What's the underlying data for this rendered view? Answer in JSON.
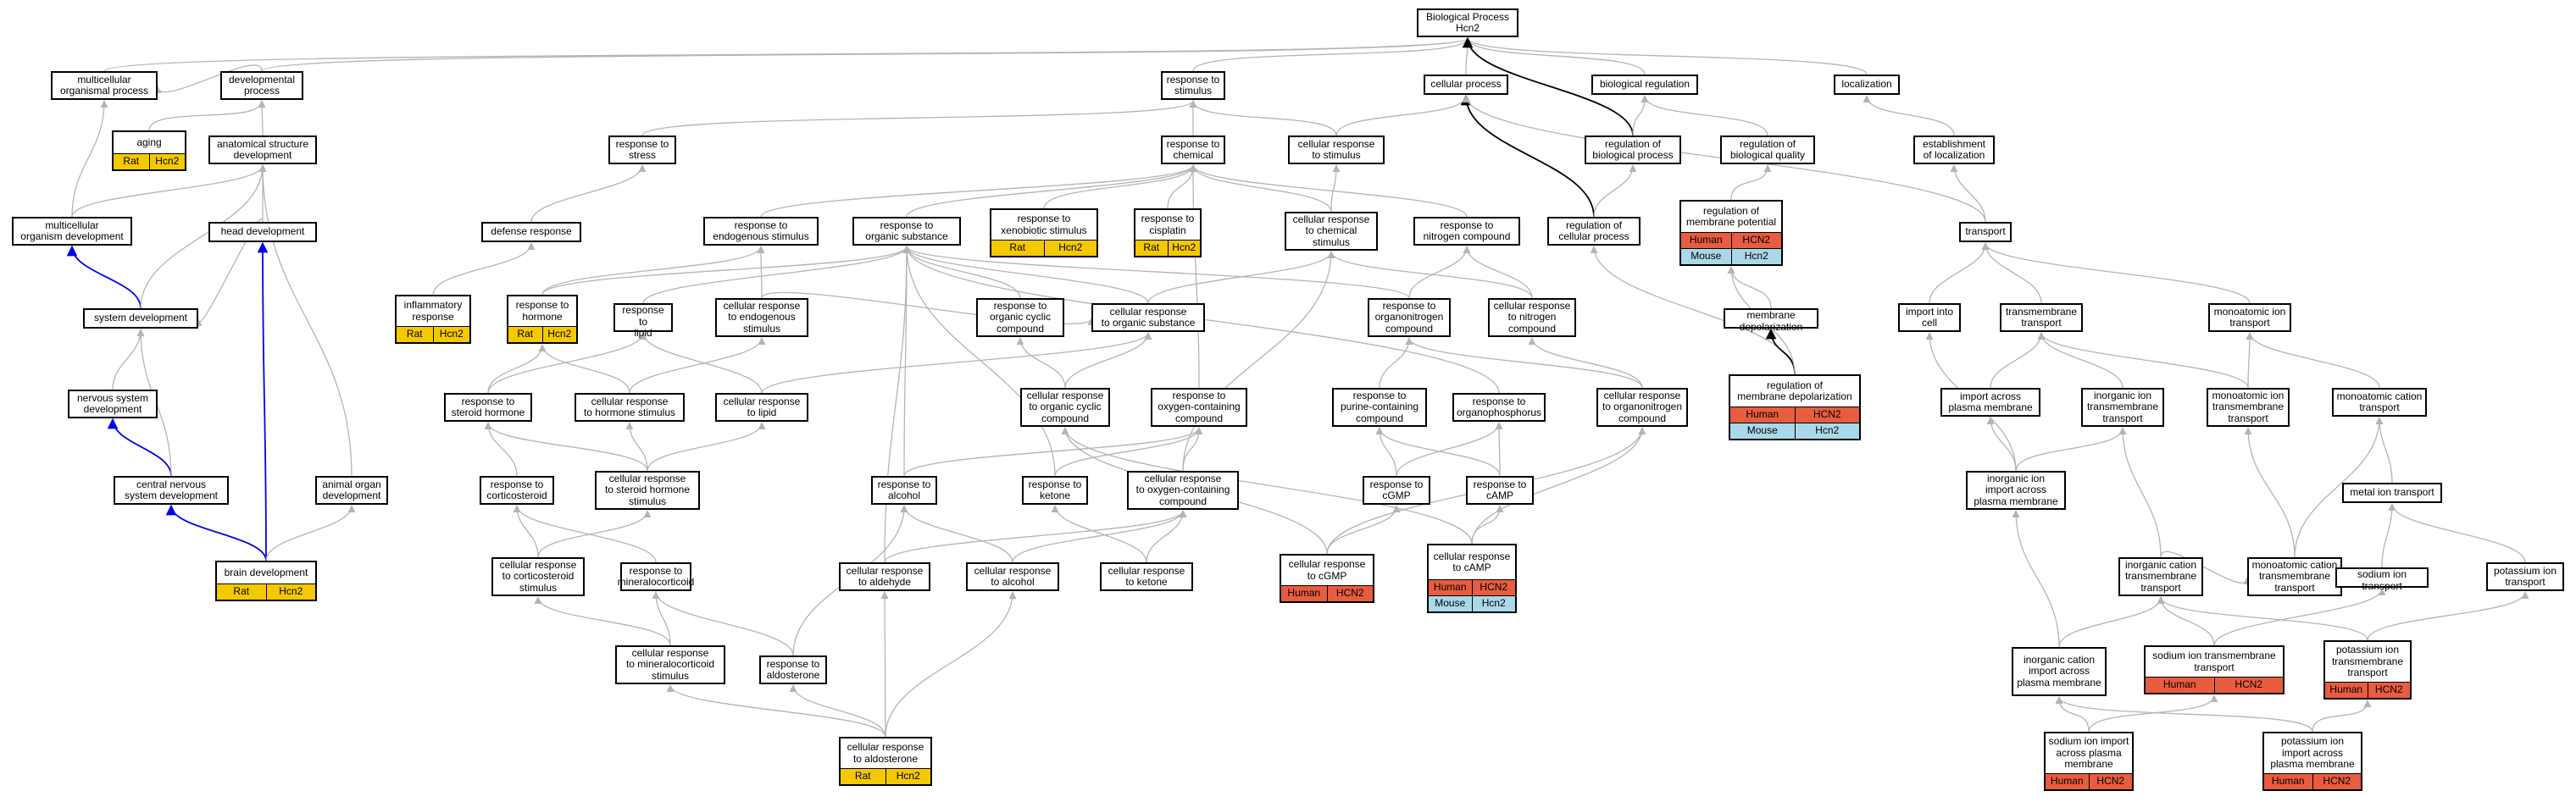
{
  "graph": {
    "nodes": [
      {
        "id": "root",
        "label": "Biological Process\nHcn2"
      },
      {
        "id": "mop",
        "label": "multicellular\norganismal process"
      },
      {
        "id": "devp",
        "label": "developmental\nprocess"
      },
      {
        "id": "rts",
        "label": "response to\nstimulus"
      },
      {
        "id": "cproc",
        "label": "cellular process"
      },
      {
        "id": "breg",
        "label": "biological regulation"
      },
      {
        "id": "loc",
        "label": "localization"
      },
      {
        "id": "aging",
        "label": "aging",
        "rows": [
          {
            "kind": "rat",
            "a": "Rat",
            "b": "Hcn2"
          }
        ]
      },
      {
        "id": "asd",
        "label": "anatomical structure\ndevelopment"
      },
      {
        "id": "rtstress",
        "label": "response to\nstress"
      },
      {
        "id": "rtchem",
        "label": "response to\nchemical"
      },
      {
        "id": "crts",
        "label": "cellular response\nto stimulus"
      },
      {
        "id": "rbp",
        "label": "regulation of\nbiological process"
      },
      {
        "id": "rbq",
        "label": "regulation of\nbiological quality"
      },
      {
        "id": "eloc",
        "label": "establishment\nof localization"
      },
      {
        "id": "mod",
        "label": "multicellular\norganism development"
      },
      {
        "id": "hdev",
        "label": "head development"
      },
      {
        "id": "defr",
        "label": "defense response"
      },
      {
        "id": "rtes",
        "label": "response to\nendogenous stimulus"
      },
      {
        "id": "rtos",
        "label": "response to\norganic substance"
      },
      {
        "id": "rtxs",
        "label": "response to\nxenobiotic stimulus",
        "rows": [
          {
            "kind": "rat",
            "a": "Rat",
            "b": "Hcn2"
          }
        ]
      },
      {
        "id": "rtcis",
        "label": "response to\ncisplatin",
        "rows": [
          {
            "kind": "rat",
            "a": "Rat",
            "b": "Hcn2"
          }
        ]
      },
      {
        "id": "crtcs",
        "label": "cellular response\nto chemical\nstimulus"
      },
      {
        "id": "rtnc",
        "label": "response to\nnitrogen compound"
      },
      {
        "id": "rcp",
        "label": "regulation of\ncellular process"
      },
      {
        "id": "rmp",
        "label": "regulation of\nmembrane potential",
        "rows": [
          {
            "kind": "human",
            "a": "Human",
            "b": "HCN2"
          },
          {
            "kind": "mouse",
            "a": "Mouse",
            "b": "Hcn2"
          }
        ]
      },
      {
        "id": "transport",
        "label": "transport"
      },
      {
        "id": "sysdev",
        "label": "system development"
      },
      {
        "id": "infl",
        "label": "inflammatory\nresponse",
        "rows": [
          {
            "kind": "rat",
            "a": "Rat",
            "b": "Hcn2"
          }
        ]
      },
      {
        "id": "rthorm",
        "label": "response to\nhormone",
        "rows": [
          {
            "kind": "rat",
            "a": "Rat",
            "b": "Hcn2"
          }
        ]
      },
      {
        "id": "rtlipid",
        "label": "response to\nlipid"
      },
      {
        "id": "crtes",
        "label": "cellular response\nto endogenous\nstimulus"
      },
      {
        "id": "rtocc",
        "label": "response to\norganic cyclic\ncompound"
      },
      {
        "id": "crtos",
        "label": "cellular response\nto organic substance"
      },
      {
        "id": "rtonc",
        "label": "response to\norganonitrogen\ncompound"
      },
      {
        "id": "crtnc",
        "label": "cellular response\nto nitrogen\ncompound"
      },
      {
        "id": "mdep",
        "label": "membrane depolarization"
      },
      {
        "id": "iic",
        "label": "import into\ncell"
      },
      {
        "id": "tmt",
        "label": "transmembrane\ntransport"
      },
      {
        "id": "mit",
        "label": "monoatomic ion\ntransport"
      },
      {
        "id": "nsd",
        "label": "nervous system\ndevelopment"
      },
      {
        "id": "rtsh",
        "label": "response to\nsteroid hormone"
      },
      {
        "id": "crths",
        "label": "cellular response\nto hormone stimulus"
      },
      {
        "id": "crtl",
        "label": "cellular response\nto lipid"
      },
      {
        "id": "crtocc",
        "label": "cellular response\nto organic cyclic\ncompound"
      },
      {
        "id": "rtocc2",
        "label": "response to\noxygen-containing\ncompound"
      },
      {
        "id": "rtpcc",
        "label": "response to\npurine-containing\ncompound"
      },
      {
        "id": "rtorgp",
        "label": "response to\norganophosphorus"
      },
      {
        "id": "crtonc",
        "label": "cellular response\nto organonitrogen\ncompound"
      },
      {
        "id": "rmd",
        "label": "regulation of\nmembrane depolarization",
        "rows": [
          {
            "kind": "human",
            "a": "Human",
            "b": "HCN2"
          },
          {
            "kind": "mouse",
            "a": "Mouse",
            "b": "Hcn2"
          }
        ]
      },
      {
        "id": "iapm",
        "label": "import across\nplasma membrane"
      },
      {
        "id": "iitt",
        "label": "inorganic ion\ntransmembrane\ntransport"
      },
      {
        "id": "mitt",
        "label": "monoatomic ion\ntransmembrane\ntransport"
      },
      {
        "id": "mct",
        "label": "monoatomic cation\ntransport"
      },
      {
        "id": "cnsd",
        "label": "central nervous\nsystem development"
      },
      {
        "id": "aod",
        "label": "animal organ\ndevelopment"
      },
      {
        "id": "rtcort",
        "label": "response to\ncorticosteroid"
      },
      {
        "id": "crtsh",
        "label": "cellular response\nto steroid hormone\nstimulus"
      },
      {
        "id": "rtalc",
        "label": "response to\nalcohol"
      },
      {
        "id": "rtket",
        "label": "response to\nketone"
      },
      {
        "id": "crtocc2",
        "label": "cellular response\nto oxygen-containing\ncompound"
      },
      {
        "id": "rtcgmp",
        "label": "response to\ncGMP"
      },
      {
        "id": "rtcamp",
        "label": "response to\ncAMP"
      },
      {
        "id": "iiiapm",
        "label": "inorganic ion\nimport across\nplasma membrane"
      },
      {
        "id": "metal",
        "label": "metal ion transport"
      },
      {
        "id": "bdev",
        "label": "brain development",
        "rows": [
          {
            "kind": "rat",
            "a": "Rat",
            "b": "Hcn2"
          }
        ]
      },
      {
        "id": "crtcs2",
        "label": "cellular response\nto corticosteroid\nstimulus"
      },
      {
        "id": "rtmc",
        "label": "response to\nmineralocorticoid"
      },
      {
        "id": "crtald",
        "label": "cellular response\nto aldehyde"
      },
      {
        "id": "crtalc",
        "label": "cellular response\nto alcohol"
      },
      {
        "id": "crtket",
        "label": "cellular response\nto ketone"
      },
      {
        "id": "crtcgmp",
        "label": "cellular response\nto cGMP",
        "rows": [
          {
            "kind": "human",
            "a": "Human",
            "b": "HCN2"
          }
        ]
      },
      {
        "id": "crtcamp",
        "label": "cellular response\nto cAMP",
        "rows": [
          {
            "kind": "human",
            "a": "Human",
            "b": "HCN2"
          },
          {
            "kind": "mouse",
            "a": "Mouse",
            "b": "Hcn2"
          }
        ]
      },
      {
        "id": "icatt",
        "label": "inorganic cation\ntransmembrane\ntransport"
      },
      {
        "id": "mctt",
        "label": "monoatomic cation\ntransmembrane\ntransport"
      },
      {
        "id": "sit",
        "label": "sodium ion transport"
      },
      {
        "id": "pit",
        "label": "potassium ion\ntransport"
      },
      {
        "id": "crtmc",
        "label": "cellular response\nto mineralocorticoid\nstimulus"
      },
      {
        "id": "rtaldo",
        "label": "response to\naldosterone"
      },
      {
        "id": "icapm",
        "label": "inorganic cation\nimport across\nplasma membrane"
      },
      {
        "id": "sitt",
        "label": "sodium ion transmembrane\ntransport",
        "rows": [
          {
            "kind": "human",
            "a": "Human",
            "b": "HCN2"
          }
        ]
      },
      {
        "id": "pitt",
        "label": "potassium ion\ntransmembrane\ntransport",
        "rows": [
          {
            "kind": "human",
            "a": "Human",
            "b": "HCN2"
          }
        ]
      },
      {
        "id": "crtaldo",
        "label": "cellular response\nto aldosterone",
        "rows": [
          {
            "kind": "rat",
            "a": "Rat",
            "b": "Hcn2"
          }
        ]
      },
      {
        "id": "siiapm",
        "label": "sodium ion import\nacross plasma\nmembrane",
        "rows": [
          {
            "kind": "human",
            "a": "Human",
            "b": "HCN2"
          }
        ]
      },
      {
        "id": "piiapm",
        "label": "potassium ion\nimport across\nplasma membrane",
        "rows": [
          {
            "kind": "human",
            "a": "Human",
            "b": "HCN2"
          }
        ]
      }
    ],
    "edges": [
      [
        "mop",
        "root",
        "gray"
      ],
      [
        "devp",
        "root",
        "gray"
      ],
      [
        "rts",
        "root",
        "gray"
      ],
      [
        "cproc",
        "root",
        "gray"
      ],
      [
        "breg",
        "root",
        "gray"
      ],
      [
        "loc",
        "root",
        "gray"
      ],
      [
        "rbp",
        "root",
        "black"
      ],
      [
        "devp",
        "mop",
        "gray"
      ],
      [
        "aging",
        "devp",
        "gray"
      ],
      [
        "asd",
        "devp",
        "gray"
      ],
      [
        "rtstress",
        "rts",
        "gray"
      ],
      [
        "rtchem",
        "rts",
        "gray"
      ],
      [
        "crts",
        "rts",
        "gray"
      ],
      [
        "crts",
        "cproc",
        "gray"
      ],
      [
        "rbp",
        "breg",
        "gray"
      ],
      [
        "rbq",
        "breg",
        "gray"
      ],
      [
        "eloc",
        "loc",
        "gray"
      ],
      [
        "mod",
        "mop",
        "gray"
      ],
      [
        "mod",
        "asd",
        "gray"
      ],
      [
        "hdev",
        "asd",
        "gray"
      ],
      [
        "defr",
        "rtstress",
        "gray"
      ],
      [
        "rtes",
        "rtchem",
        "gray"
      ],
      [
        "rtos",
        "rtchem",
        "gray"
      ],
      [
        "rtxs",
        "rtchem",
        "gray"
      ],
      [
        "rtcis",
        "rtchem",
        "gray"
      ],
      [
        "crtcs",
        "rtchem",
        "gray"
      ],
      [
        "crtcs",
        "crts",
        "gray"
      ],
      [
        "rtnc",
        "rtchem",
        "gray"
      ],
      [
        "rcp",
        "cproc",
        "black"
      ],
      [
        "rcp",
        "rbp",
        "gray"
      ],
      [
        "rmp",
        "rbq",
        "gray"
      ],
      [
        "transport",
        "eloc",
        "gray"
      ],
      [
        "transport",
        "cproc",
        "gray"
      ],
      [
        "sysdev",
        "mod",
        "blue"
      ],
      [
        "sysdev",
        "asd",
        "gray"
      ],
      [
        "infl",
        "defr",
        "gray"
      ],
      [
        "rthorm",
        "rtes",
        "gray"
      ],
      [
        "rthorm",
        "rtos",
        "gray"
      ],
      [
        "rtlipid",
        "rtos",
        "gray"
      ],
      [
        "crtes",
        "rtes",
        "gray"
      ],
      [
        "crtes",
        "crtos",
        "gray"
      ],
      [
        "rtocc",
        "rtos",
        "gray"
      ],
      [
        "crtos",
        "rtos",
        "gray"
      ],
      [
        "crtos",
        "crtcs",
        "gray"
      ],
      [
        "rtonc",
        "rtnc",
        "gray"
      ],
      [
        "rtonc",
        "rtos",
        "gray"
      ],
      [
        "crtnc",
        "rtnc",
        "gray"
      ],
      [
        "crtnc",
        "crtcs",
        "gray"
      ],
      [
        "mdep",
        "rmp",
        "gray"
      ],
      [
        "iic",
        "transport",
        "gray"
      ],
      [
        "tmt",
        "transport",
        "gray"
      ],
      [
        "mit",
        "transport",
        "gray"
      ],
      [
        "nsd",
        "sysdev",
        "gray"
      ],
      [
        "rtsh",
        "rthorm",
        "gray"
      ],
      [
        "rtsh",
        "rtlipid",
        "gray"
      ],
      [
        "crths",
        "rthorm",
        "gray"
      ],
      [
        "crths",
        "crtes",
        "gray"
      ],
      [
        "crtl",
        "rtlipid",
        "gray"
      ],
      [
        "crtl",
        "crtos",
        "gray"
      ],
      [
        "crtocc",
        "rtocc",
        "gray"
      ],
      [
        "crtocc",
        "crtos",
        "gray"
      ],
      [
        "rtocc2",
        "rtchem",
        "gray"
      ],
      [
        "rtpcc",
        "rtonc",
        "gray"
      ],
      [
        "rtorgp",
        "rtos",
        "gray"
      ],
      [
        "crtonc",
        "rtonc",
        "gray"
      ],
      [
        "crtonc",
        "crtnc",
        "gray"
      ],
      [
        "rmd",
        "rcp",
        "gray"
      ],
      [
        "rmd",
        "mdep",
        "black"
      ],
      [
        "rmd",
        "rmp",
        "gray"
      ],
      [
        "iapm",
        "tmt",
        "gray"
      ],
      [
        "iitt",
        "tmt",
        "gray"
      ],
      [
        "mitt",
        "tmt",
        "gray"
      ],
      [
        "mitt",
        "mit",
        "gray"
      ],
      [
        "mct",
        "mit",
        "gray"
      ],
      [
        "cnsd",
        "nsd",
        "blue"
      ],
      [
        "cnsd",
        "sysdev",
        "gray"
      ],
      [
        "aod",
        "asd",
        "gray"
      ],
      [
        "hdev",
        "sysdev",
        "gray"
      ],
      [
        "rtcort",
        "rtsh",
        "gray"
      ],
      [
        "crtsh",
        "rtsh",
        "gray"
      ],
      [
        "crtsh",
        "crths",
        "gray"
      ],
      [
        "crtsh",
        "crtl",
        "gray"
      ],
      [
        "rtalc",
        "rtos",
        "gray"
      ],
      [
        "rtalc",
        "rtocc2",
        "gray"
      ],
      [
        "rtket",
        "rtos",
        "gray"
      ],
      [
        "rtket",
        "rtocc2",
        "gray"
      ],
      [
        "crtocc2",
        "rtocc2",
        "gray"
      ],
      [
        "crtocc2",
        "crtcs",
        "gray"
      ],
      [
        "rtcgmp",
        "rtpcc",
        "gray"
      ],
      [
        "rtcgmp",
        "rtorgp",
        "gray"
      ],
      [
        "rtcamp",
        "rtpcc",
        "gray"
      ],
      [
        "rtcamp",
        "rtorgp",
        "gray"
      ],
      [
        "iiiapm",
        "iapm",
        "gray"
      ],
      [
        "iiiapm",
        "iitt",
        "gray"
      ],
      [
        "iiiapm",
        "iic",
        "gray"
      ],
      [
        "metal",
        "mct",
        "gray"
      ],
      [
        "bdev",
        "cnsd",
        "blue"
      ],
      [
        "bdev",
        "hdev",
        "blue"
      ],
      [
        "bdev",
        "aod",
        "gray"
      ],
      [
        "crtcs2",
        "rtcort",
        "gray"
      ],
      [
        "crtcs2",
        "crtsh",
        "gray"
      ],
      [
        "rtmc",
        "rtcort",
        "gray"
      ],
      [
        "crtald",
        "rtos",
        "gray"
      ],
      [
        "crtald",
        "crtocc2",
        "gray"
      ],
      [
        "crtalc",
        "rtalc",
        "gray"
      ],
      [
        "crtalc",
        "crtocc2",
        "gray"
      ],
      [
        "crtket",
        "rtket",
        "gray"
      ],
      [
        "crtket",
        "crtocc2",
        "gray"
      ],
      [
        "crtcgmp",
        "rtcgmp",
        "gray"
      ],
      [
        "crtcgmp",
        "crtonc",
        "gray"
      ],
      [
        "crtcgmp",
        "crtocc",
        "gray"
      ],
      [
        "crtcamp",
        "rtcamp",
        "gray"
      ],
      [
        "crtcamp",
        "crtonc",
        "gray"
      ],
      [
        "crtcamp",
        "crtocc",
        "gray"
      ],
      [
        "icatt",
        "iitt",
        "gray"
      ],
      [
        "icatt",
        "mctt",
        "gray"
      ],
      [
        "mctt",
        "mct",
        "gray"
      ],
      [
        "mctt",
        "mitt",
        "gray"
      ],
      [
        "sit",
        "metal",
        "gray"
      ],
      [
        "pit",
        "metal",
        "gray"
      ],
      [
        "crtmc",
        "rtmc",
        "gray"
      ],
      [
        "crtmc",
        "crtcs2",
        "gray"
      ],
      [
        "rtaldo",
        "rtmc",
        "gray"
      ],
      [
        "rtaldo",
        "rtalc",
        "gray"
      ],
      [
        "icapm",
        "iiiapm",
        "gray"
      ],
      [
        "icapm",
        "icatt",
        "gray"
      ],
      [
        "sitt",
        "icatt",
        "gray"
      ],
      [
        "sitt",
        "sit",
        "gray"
      ],
      [
        "pitt",
        "icatt",
        "gray"
      ],
      [
        "pitt",
        "pit",
        "gray"
      ],
      [
        "crtaldo",
        "rtaldo",
        "gray"
      ],
      [
        "crtaldo",
        "crtmc",
        "gray"
      ],
      [
        "crtaldo",
        "crtalc",
        "gray"
      ],
      [
        "crtaldo",
        "crtald",
        "gray"
      ],
      [
        "siiapm",
        "icapm",
        "gray"
      ],
      [
        "siiapm",
        "sitt",
        "gray"
      ],
      [
        "piiapm",
        "icapm",
        "gray"
      ],
      [
        "piiapm",
        "pitt",
        "gray"
      ]
    ]
  }
}
